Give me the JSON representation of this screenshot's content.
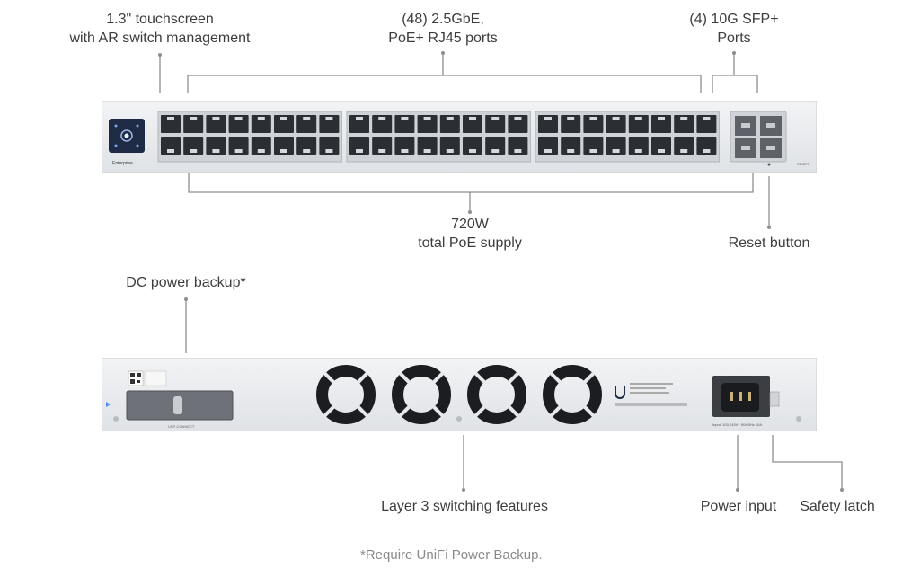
{
  "front_labels": {
    "touchscreen": [
      "1.3\" touchscreen",
      "with AR switch management"
    ],
    "rj45_ports": [
      "(48) 2.5GbE,",
      "PoE+ RJ45 ports"
    ],
    "sfp_ports": [
      "(4) 10G SFP+",
      "Ports"
    ],
    "poe_supply": [
      "720W",
      "total PoE supply"
    ],
    "reset_button": "Reset button"
  },
  "rear_labels": {
    "dc_power_backup": "DC power backup*",
    "layer3": "Layer 3 switching features",
    "power_input": "Power input",
    "safety_latch": "Safety latch"
  },
  "footnote": "*Require UniFi Power Backup.",
  "device_text": {
    "front_brand": "Enterprise",
    "front_reset": "RESET",
    "rear_connector": "USP-CONNECT",
    "rear_spec": "Input: 100-240V~ 50/60Hz 10A"
  },
  "colors": {
    "chassis": "#e9ebee",
    "chassis_edge": "#c9cdd2",
    "port": "#2b2e33",
    "callout_line": "#8e8e8e",
    "screen": "#1f2a44"
  }
}
